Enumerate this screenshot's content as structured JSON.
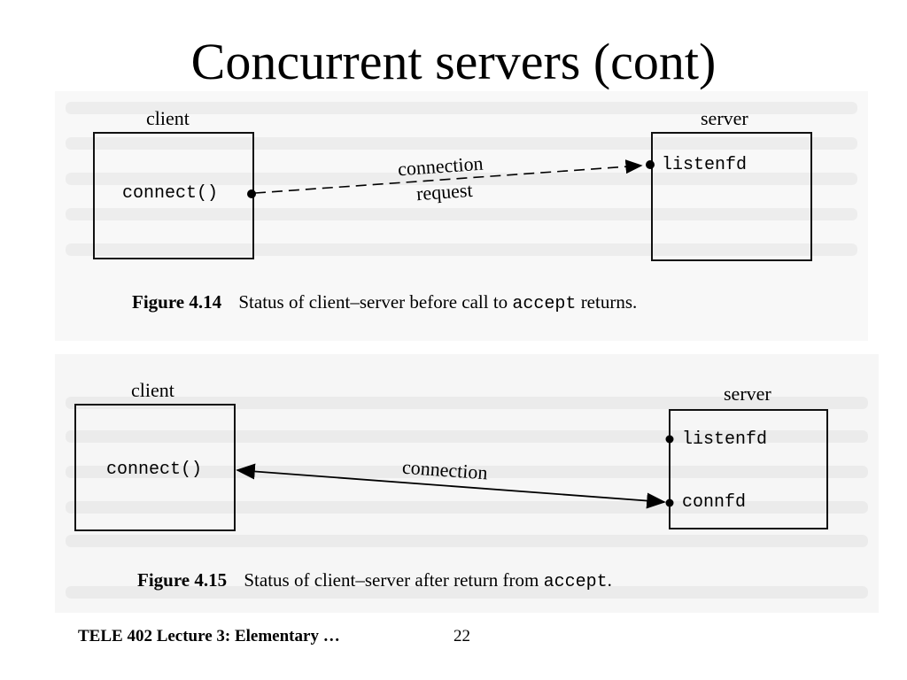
{
  "slide": {
    "title": "Concurrent servers (cont)",
    "footer": "TELE 402 Lecture 3: Elementary …",
    "page_number": "22"
  },
  "figure_top": {
    "client_label": "client",
    "server_label": "server",
    "client_call": "connect()",
    "server_socket": "listenfd",
    "arrow_label_line1": "connection",
    "arrow_label_line2": "request",
    "caption_number": "Figure 4.14",
    "caption_text": "Status of client–server before call to",
    "caption_code": "accept",
    "caption_tail": "returns."
  },
  "figure_bottom": {
    "client_label": "client",
    "server_label": "server",
    "client_call": "connect()",
    "server_socket_1": "listenfd",
    "server_socket_2": "connfd",
    "arrow_label": "connection",
    "caption_number": "Figure 4.15",
    "caption_text": "Status of client–server after return from",
    "caption_code": "accept",
    "caption_tail": "."
  }
}
